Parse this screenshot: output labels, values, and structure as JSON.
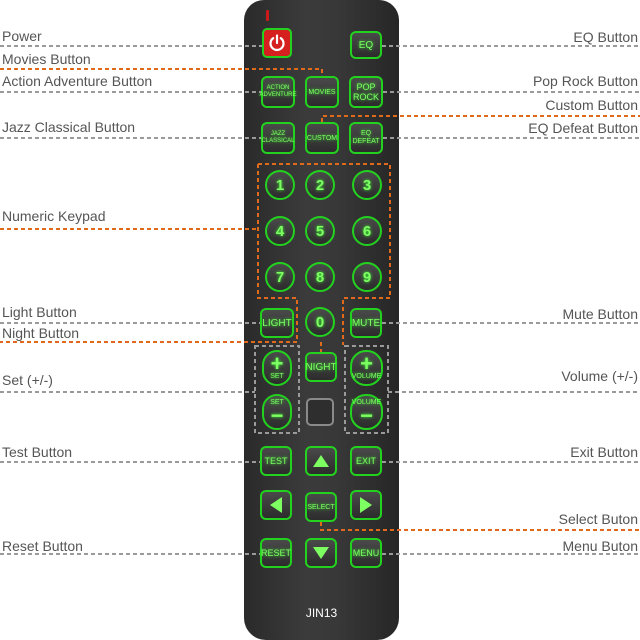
{
  "labels": {
    "power": "Power",
    "movies": "Movies Button",
    "action_adventure": "Action Adventure Button",
    "jazz_classical": "Jazz Classical Button",
    "numeric_keypad": "Numeric Keypad",
    "light": "Light Button",
    "night": "Night Button",
    "set": "Set (+/-)",
    "test": "Test Button",
    "reset": "Reset Button",
    "eq": "EQ Button",
    "pop_rock": "Pop Rock Button",
    "custom": "Custom Button",
    "eq_defeat": "EQ Defeat Button",
    "mute": "Mute Button",
    "volume": "Volume (+/-)",
    "exit": "Exit Button",
    "select": "Select Buton",
    "menu": "Menu Buton"
  },
  "remote": {
    "eq": "EQ",
    "action_l1": "ACTION",
    "action_l2": "ADVENTURE",
    "movies": "MOVIES",
    "pop_l1": "POP",
    "pop_l2": "ROCK",
    "jazz_l1": "JAZZ",
    "jazz_l2": "CLASSICAL",
    "custom": "CUSTOM",
    "eqd_l1": "EQ",
    "eqd_l2": "DEFEAT",
    "keys": [
      "1",
      "2",
      "3",
      "4",
      "5",
      "6",
      "7",
      "8",
      "9"
    ],
    "zero": "0",
    "light": "LIGHT",
    "mute": "MUTE",
    "night": "NIGHT",
    "plus": "+",
    "minus": "−",
    "set": "SET",
    "volume": "VOLUME",
    "test": "TEST",
    "exit": "EXIT",
    "select": "SELECT",
    "reset": "RESET",
    "menu": "MENU",
    "model": "JIN13"
  },
  "colors": {
    "button_glow": "#7dff62",
    "button_border": "#23d11f",
    "power_red": "#d61f1f",
    "callout_orange": "#e06a1c",
    "callout_gray": "#9a9a9a"
  },
  "icons": [
    "power-icon",
    "arrow-up-icon",
    "arrow-down-icon",
    "arrow-left-icon",
    "arrow-right-icon"
  ]
}
